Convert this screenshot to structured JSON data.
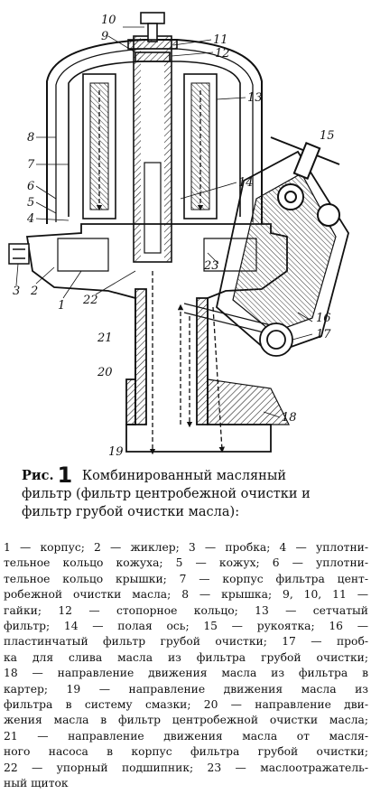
{
  "figure": {
    "labels": [
      {
        "id": "l1",
        "text": "1"
      },
      {
        "id": "l2",
        "text": "2"
      },
      {
        "id": "l3",
        "text": "3"
      },
      {
        "id": "l4",
        "text": "4"
      },
      {
        "id": "l5",
        "text": "5"
      },
      {
        "id": "l6",
        "text": "6"
      },
      {
        "id": "l7",
        "text": "7"
      },
      {
        "id": "l8",
        "text": "8"
      },
      {
        "id": "l9",
        "text": "9"
      },
      {
        "id": "l10",
        "text": "10"
      },
      {
        "id": "l11",
        "text": "11"
      },
      {
        "id": "l12",
        "text": "12"
      },
      {
        "id": "l13",
        "text": "13"
      },
      {
        "id": "l14",
        "text": "14"
      },
      {
        "id": "l15",
        "text": "15"
      },
      {
        "id": "l16",
        "text": "16"
      },
      {
        "id": "l17",
        "text": "17"
      },
      {
        "id": "l18",
        "text": "18"
      },
      {
        "id": "l19",
        "text": "19"
      },
      {
        "id": "l20",
        "text": "20"
      },
      {
        "id": "l21",
        "text": "21"
      },
      {
        "id": "l22",
        "text": "22"
      },
      {
        "id": "l23",
        "text": "23"
      }
    ]
  },
  "caption": {
    "prefix": "Рис.",
    "number": "1",
    "lines": [
      "Комбинированный масляный",
      "фильтр (фильтр центробежной очистки и",
      "фильтр грубой очистки масла):"
    ]
  },
  "legend": {
    "lines": [
      "1 — корпус; 2 — жиклер; 3 — пробка; 4 — уплотни-",
      "тельное кольцо кожуха; 5 — кожух; 6 — уплотни-",
      "тельное кольцо крышки; 7 — корпус фильтра цент-",
      "робежной очистки масла; 8 — крышка; 9, 10, 11 —",
      "гайки; 12 — стопорное кольцо; 13 — сетчатый",
      "фильтр; 14 — полая ось; 15 — рукоятка; 16 —",
      "пластинчатый фильтр грубой очистки; 17 — проб-",
      "ка для слива масла из фильтра грубой очистки;",
      "18 — направление движения масла из фильтра в",
      "картер; 19 — направление движения масла из",
      "фильтра в систему смазки; 20 — направление дви-",
      "жения масла в фильтр центробежной очистки масла;",
      "21 — направление движения масла от масля-",
      "ного насоса в корпус фильтра грубой очистки;",
      "22 — упорный подшипник; 23 — маслоотражатель-",
      "ный щиток"
    ]
  }
}
